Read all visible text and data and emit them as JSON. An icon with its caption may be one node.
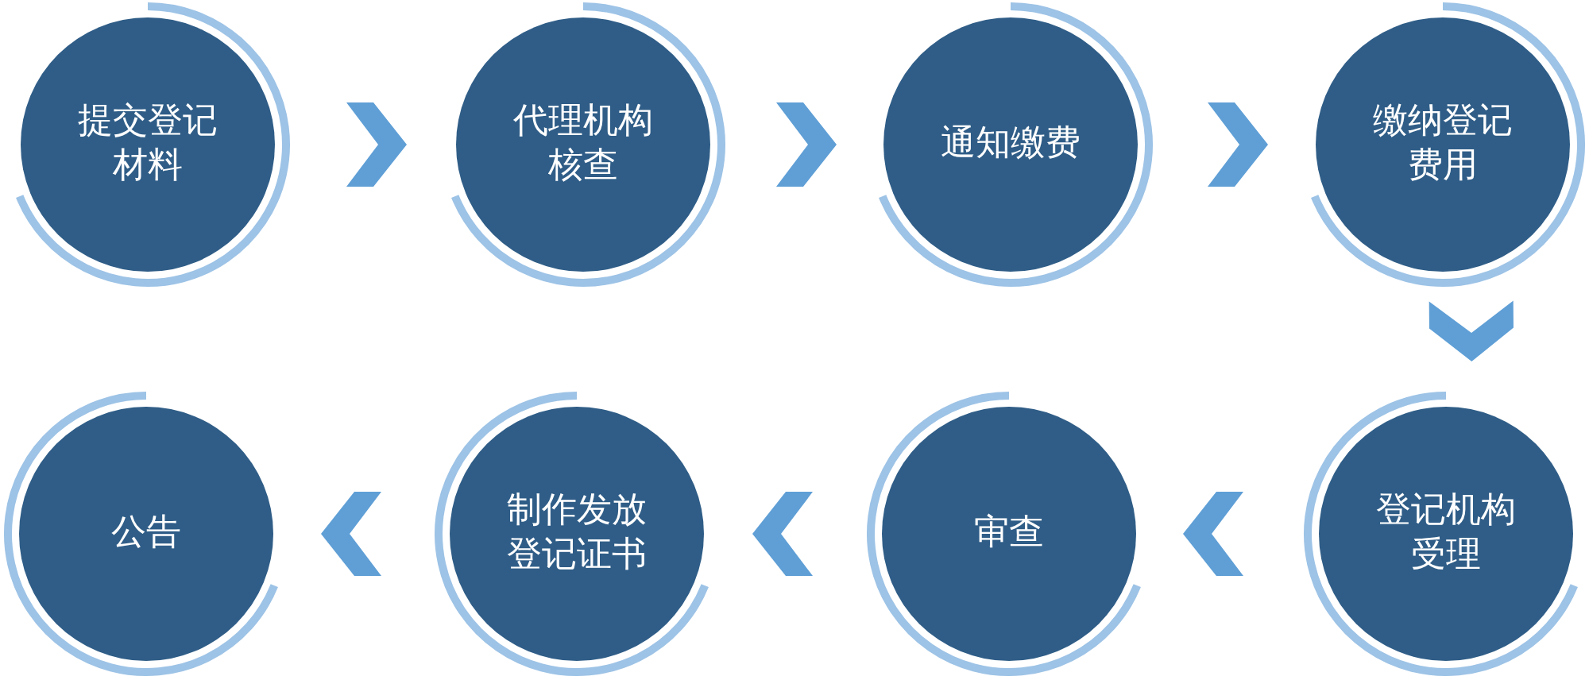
{
  "diagram": {
    "nodes": [
      {
        "text": [
          "提交登记材料"
        ]
      },
      {
        "text": [
          "代理机构核查"
        ]
      },
      {
        "text": [
          "通知缴费"
        ]
      },
      {
        "text": [
          "缴纳登记费用"
        ]
      },
      {
        "text": [
          "登记机构受理"
        ]
      },
      {
        "text": [
          "审查"
        ]
      },
      {
        "text": [
          "制作发放登记证书"
        ]
      },
      {
        "text": [
          "公告"
        ]
      }
    ],
    "edges": [
      {
        "from": 0,
        "to": 1,
        "arrow": "to"
      },
      {
        "from": 1,
        "to": 2,
        "arrow": "to"
      },
      {
        "from": 2,
        "to": 3,
        "arrow": "to"
      },
      {
        "from": 3,
        "to": 4,
        "arrow": "to"
      },
      {
        "from": 4,
        "to": 5,
        "arrow": "to"
      },
      {
        "from": 5,
        "to": 6,
        "arrow": "to"
      },
      {
        "from": 6,
        "to": 7,
        "arrow": "to"
      }
    ]
  }
}
